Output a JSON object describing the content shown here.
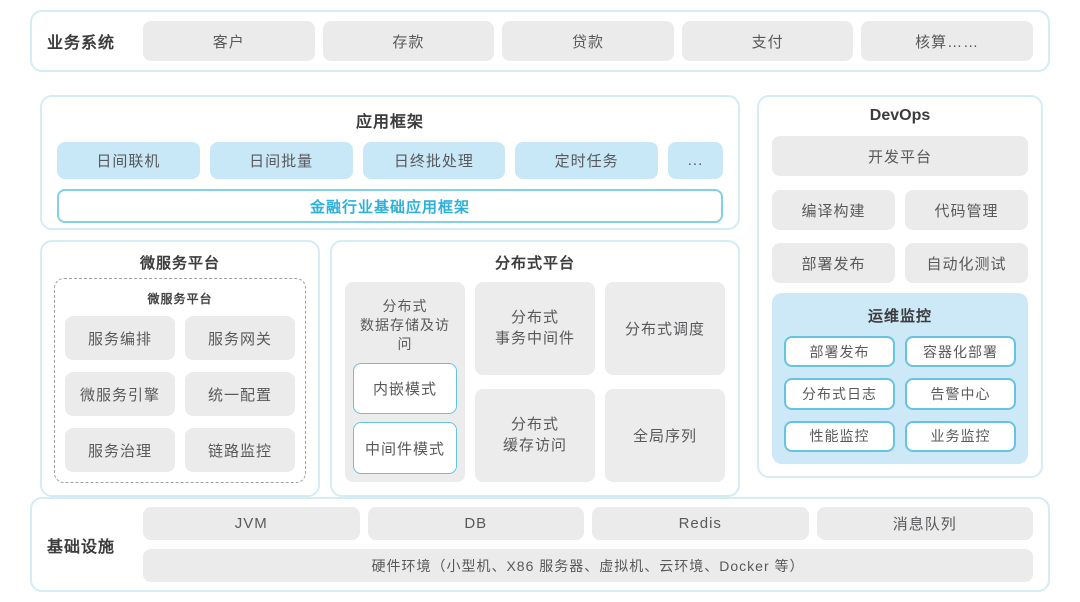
{
  "top_band": {
    "label": "业务系统",
    "items": [
      "客户",
      "存款",
      "贷款",
      "支付",
      "核算……"
    ]
  },
  "app_framework": {
    "title": "应用框架",
    "items": [
      "日间联机",
      "日间批量",
      "日终批处理",
      "定时任务",
      "..."
    ],
    "base_bar": "金融行业基础应用框架"
  },
  "microservice": {
    "title": "微服务平台",
    "inner_title": "微服务平台",
    "items": [
      "服务编排",
      "服务网关",
      "微服务引擎",
      "统一配置",
      "服务治理",
      "链路监控"
    ]
  },
  "distributed": {
    "title": "分布式平台",
    "storage_card": {
      "title": "分布式\n数据存储及访问",
      "modes": [
        "内嵌模式",
        "中间件模式"
      ]
    },
    "cards": [
      "分布式\n事务中间件",
      "分布式调度",
      "分布式\n缓存访问",
      "全局序列"
    ]
  },
  "devops": {
    "title": "DevOps",
    "dev_platform": "开发平台",
    "items": [
      "编译构建",
      "代码管理",
      "部署发布",
      "自动化测试"
    ],
    "ops_monitor": {
      "title": "运维监控",
      "items": [
        "部署发布",
        "容器化部署",
        "分布式日志",
        "告警中心",
        "性能监控",
        "业务监控"
      ]
    }
  },
  "infrastructure": {
    "label": "基础设施",
    "items": [
      "JVM",
      "DB",
      "Redis",
      "消息队列"
    ],
    "hardware_bar": "硬件环境（小型机、X86 服务器、虚拟机、云环境、Docker 等）"
  },
  "colors": {
    "panel_border": "#d4ecf3",
    "gray_block": "#ebebeb",
    "blue_block": "#c8e7f7",
    "accent_cyan_text": "#2fb0da",
    "accent_cyan_border": "#66c4e3",
    "ops_panel_bg": "#cde8f7"
  }
}
